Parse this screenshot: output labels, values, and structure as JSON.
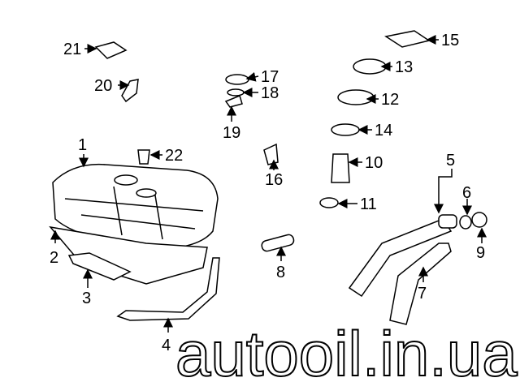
{
  "diagram": {
    "watermark": "autooil.in.ua",
    "callouts": [
      {
        "id": "1",
        "label": "1"
      },
      {
        "id": "2",
        "label": "2"
      },
      {
        "id": "3",
        "label": "3"
      },
      {
        "id": "4",
        "label": "4"
      },
      {
        "id": "5",
        "label": "5"
      },
      {
        "id": "6",
        "label": "6"
      },
      {
        "id": "7",
        "label": "7"
      },
      {
        "id": "8",
        "label": "8"
      },
      {
        "id": "9",
        "label": "9"
      },
      {
        "id": "10",
        "label": "10"
      },
      {
        "id": "11",
        "label": "11"
      },
      {
        "id": "12",
        "label": "12"
      },
      {
        "id": "13",
        "label": "13"
      },
      {
        "id": "14",
        "label": "14"
      },
      {
        "id": "15",
        "label": "15"
      },
      {
        "id": "16",
        "label": "16"
      },
      {
        "id": "17",
        "label": "17"
      },
      {
        "id": "18",
        "label": "18"
      },
      {
        "id": "19",
        "label": "19"
      },
      {
        "id": "20",
        "label": "20"
      },
      {
        "id": "21",
        "label": "21"
      },
      {
        "id": "22",
        "label": "22"
      }
    ]
  }
}
